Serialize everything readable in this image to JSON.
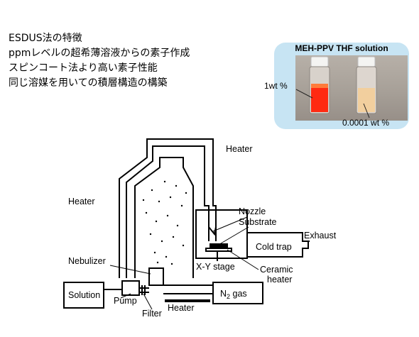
{
  "features": {
    "title": "ESDUS法の特徴",
    "items": [
      "ppmレベルの超希薄溶液からの素子作成",
      "スピンコート法より高い素子性能",
      "同じ溶媒を用いての積層構造の構築"
    ]
  },
  "photo": {
    "title": "MEH-PPV THF solution",
    "label_high": "1wt %",
    "label_low": "0.0001 wt %",
    "colors": {
      "panel": "#c7e4f3",
      "solution_high": "#ff2a12",
      "solution_low": "#f2cf9e"
    }
  },
  "diagram": {
    "heater_top": "Heater",
    "heater_left": "Heater",
    "heater_bottom": "Heater",
    "nozzle": "Nozzle",
    "substrate": "Substrate",
    "exhaust": "Exhaust",
    "cold_trap": "Cold trap",
    "xy_stage": "X-Y stage",
    "ceramic_heater_1": "Ceramic",
    "ceramic_heater_2": "heater",
    "nebulizer": "Nebulizer",
    "solution": "Solution",
    "pump": "Pump",
    "filter": "Filter",
    "n2_gas_main": "N",
    "n2_gas_sub": "2",
    "n2_gas_rest": " gas"
  }
}
